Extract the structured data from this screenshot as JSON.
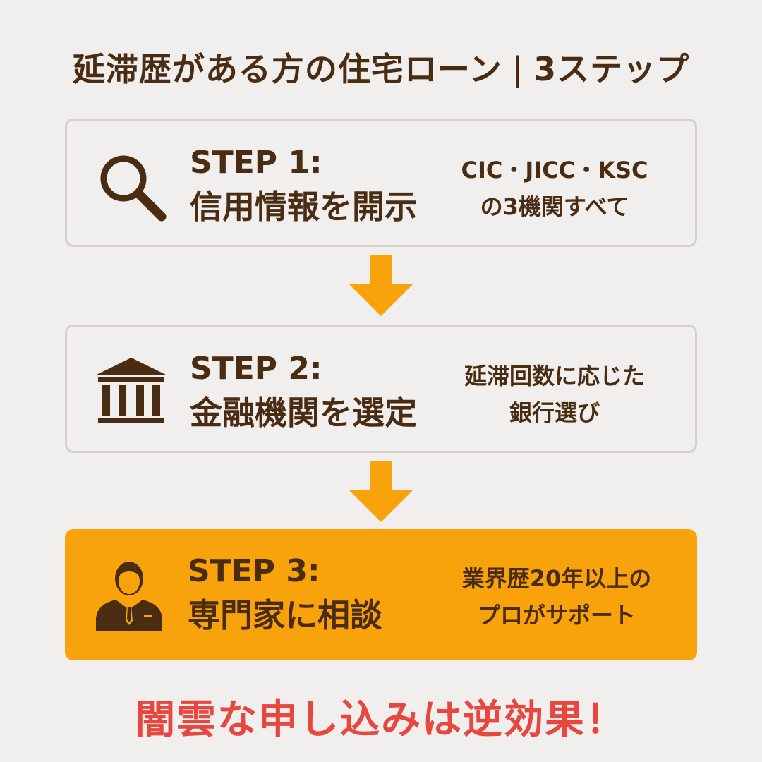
{
  "title": {
    "main": "延滞歴がある方の住宅ローン",
    "separator": "|",
    "suffix": "3ステップ"
  },
  "steps": [
    {
      "label": "STEP 1:",
      "name": "信用情報を開示",
      "note_line1": "CIC・JICC・KSC",
      "note_line2": "の3機関すべて",
      "icon": "magnifier-icon"
    },
    {
      "label": "STEP 2:",
      "name": "金融機関を選定",
      "note_line1": "延滞回数に応じた",
      "note_line2": "銀行選び",
      "icon": "bank-icon"
    },
    {
      "label": "STEP 3:",
      "name": "専門家に相談",
      "note_line1": "業界歴20年以上の",
      "note_line2": "プロがサポート",
      "icon": "businessman-icon"
    }
  ],
  "arrow_icon": "arrow-down-icon",
  "footer": "闇雲な申し込みは逆効果！",
  "colors": {
    "background": "#f0efed",
    "text_brown": "#4a2c13",
    "accent_orange": "#f9a30c",
    "card_border": "#d4d1cc",
    "warning_red": "#e8473f"
  }
}
